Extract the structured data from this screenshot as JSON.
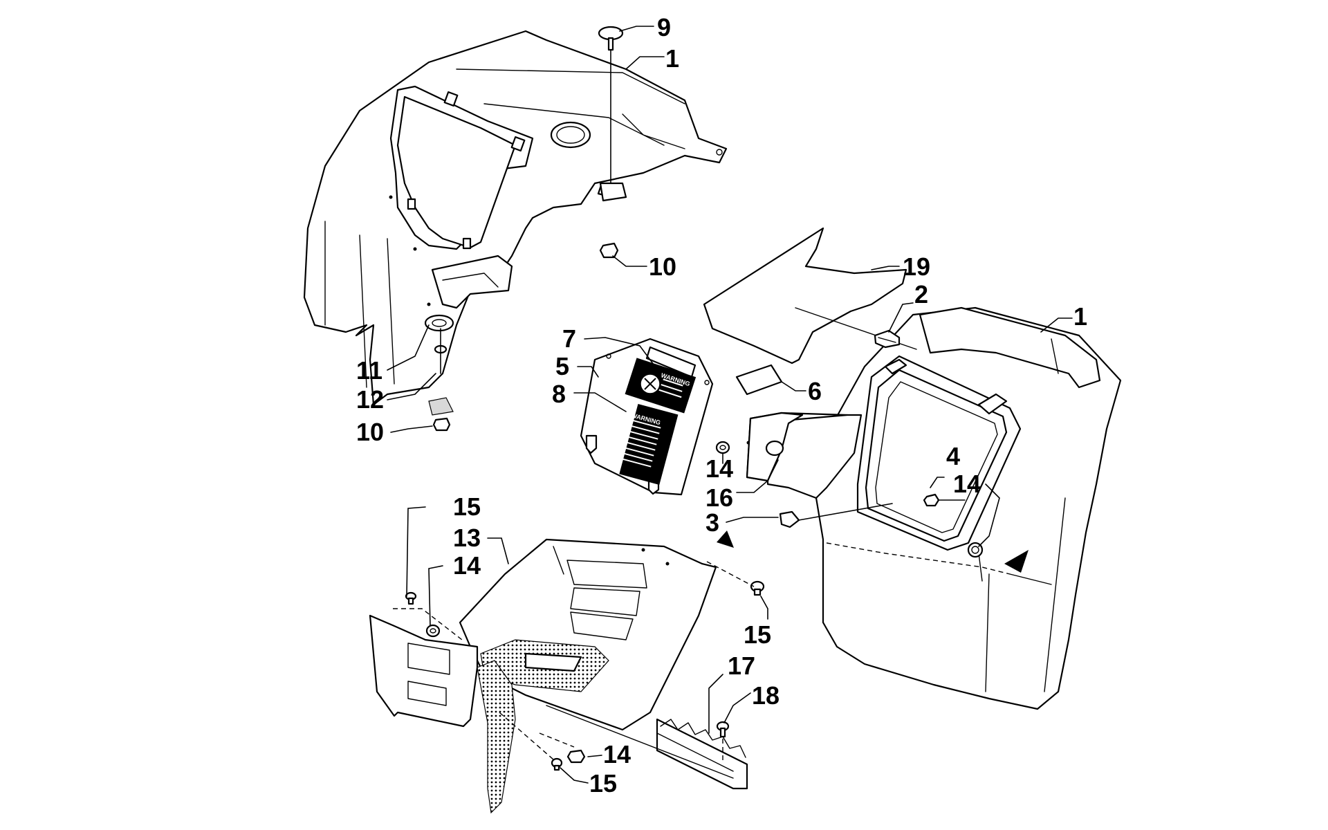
{
  "callouts": [
    {
      "id": "c9",
      "label": "9"
    },
    {
      "id": "c1a",
      "label": "1"
    },
    {
      "id": "c10a",
      "label": "10"
    },
    {
      "id": "c19",
      "label": "19"
    },
    {
      "id": "c2",
      "label": "2"
    },
    {
      "id": "c1b",
      "label": "1"
    },
    {
      "id": "c7",
      "label": "7"
    },
    {
      "id": "c5",
      "label": "5"
    },
    {
      "id": "c8",
      "label": "8"
    },
    {
      "id": "c6",
      "label": "6"
    },
    {
      "id": "c11",
      "label": "11"
    },
    {
      "id": "c12",
      "label": "12"
    },
    {
      "id": "c10b",
      "label": "10"
    },
    {
      "id": "c14a",
      "label": "14"
    },
    {
      "id": "c16",
      "label": "16"
    },
    {
      "id": "c4",
      "label": "4"
    },
    {
      "id": "c14b",
      "label": "14"
    },
    {
      "id": "c3",
      "label": "3"
    },
    {
      "id": "c15a",
      "label": "15"
    },
    {
      "id": "c13",
      "label": "13"
    },
    {
      "id": "c14c",
      "label": "14"
    },
    {
      "id": "c15b",
      "label": "15"
    },
    {
      "id": "c17",
      "label": "17"
    },
    {
      "id": "c18",
      "label": "18"
    },
    {
      "id": "c14d",
      "label": "14"
    },
    {
      "id": "c15c",
      "label": "15"
    }
  ],
  "decals": {
    "warning_top": "WARNING",
    "warning_bottom": "WARNING"
  },
  "colors": {
    "line": "#000000",
    "background": "#ffffff",
    "fill_grey": "#d8d8d8"
  }
}
